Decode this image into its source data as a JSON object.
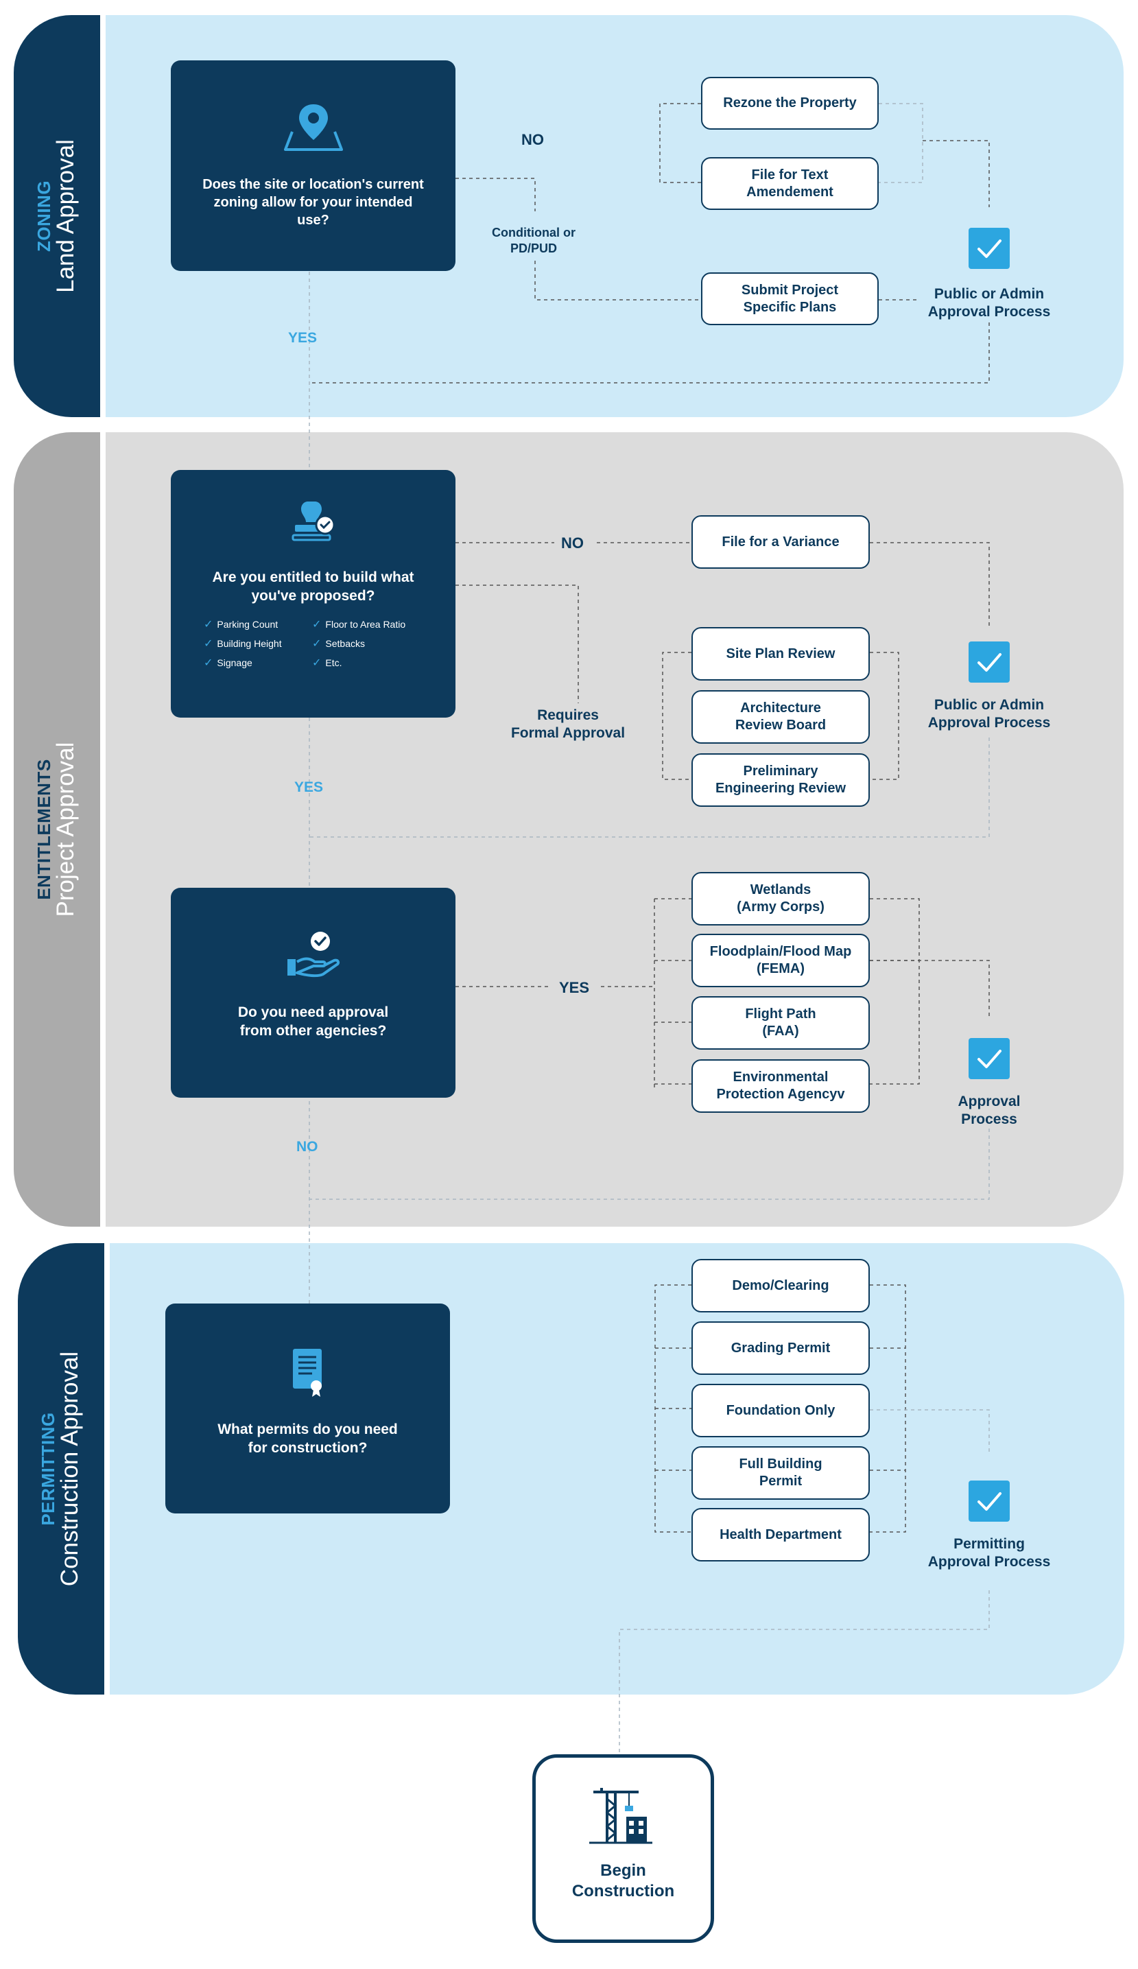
{
  "zoning": {
    "category": "ZONING",
    "title": "Land Approval",
    "question": "Does the site or location's current zoning allow for your intended use?",
    "label_no": "NO",
    "label_conditional": "Conditional or\nPD/PUD",
    "label_yes": "YES",
    "options": [
      "Rezone the Property",
      "File for Text\nAmendement",
      "Submit Project\nSpecific Plans"
    ],
    "approval": "Public or Admin\nApproval Process"
  },
  "entitlements": {
    "category": "ENTITLEMENTS",
    "title": "Project Approval",
    "q1": {
      "question": "Are you entitled to build what\nyou've proposed?",
      "checks": [
        "Parking Count",
        "Floor to Area Ratio",
        "Building Height",
        "Setbacks",
        "Signage",
        "Etc."
      ],
      "label_no": "NO",
      "label_formal": "Requires\nFormal Approval",
      "label_yes": "YES",
      "variance": "File for a Variance",
      "reviews": [
        "Site Plan Review",
        "Architecture\nReview Board",
        "Preliminary\nEngineering Review"
      ],
      "approval": "Public or Admin\nApproval Process"
    },
    "q2": {
      "question": "Do you need approval\nfrom other agencies?",
      "label_yes": "YES",
      "label_no": "NO",
      "agencies": [
        "Wetlands\n(Army Corps)",
        "Floodplain/Flood Map\n(FEMA)",
        "Flight Path\n(FAA)",
        "Environmental\nProtection Agencyv"
      ],
      "approval": "Approval\nProcess"
    }
  },
  "permitting": {
    "category": "PERMITTING",
    "title": "Construction Approval",
    "question": "What permits do you need\nfor construction?",
    "permits": [
      "Demo/Clearing",
      "Grading Permit",
      "Foundation Only",
      "Full Building\nPermit",
      "Health Department"
    ],
    "approval": "Permitting\nApproval Process"
  },
  "final": {
    "label": "Begin\nConstruction"
  },
  "colors": {
    "navy": "#0d3a5c",
    "accent": "#2ca6e0",
    "light_blue": "#ceeaf8",
    "gray": "#dcdcdc"
  }
}
